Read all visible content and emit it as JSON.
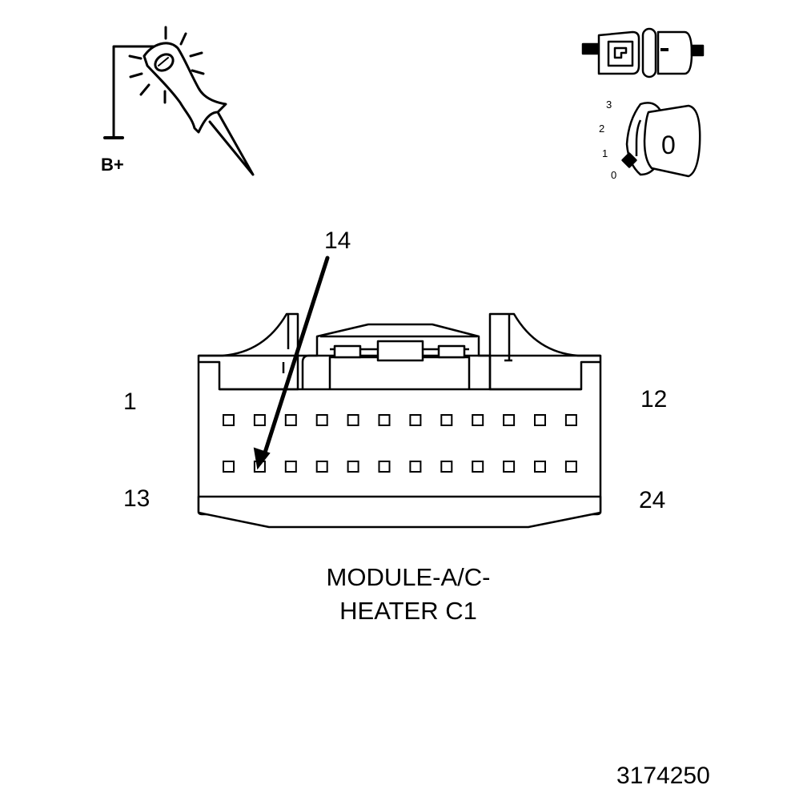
{
  "probe": {
    "supply_label": "B+"
  },
  "ignition": {
    "positions": [
      "3",
      "2",
      "1",
      "0"
    ],
    "key_label": "0"
  },
  "connector": {
    "callout_pin": "14",
    "pin_first_top": "1",
    "pin_last_top": "12",
    "pin_first_bottom": "13",
    "pin_last_bottom": "24",
    "caption_line1": "MODULE-A/C-",
    "caption_line2": "HEATER C1"
  },
  "figure_number": "3174250"
}
